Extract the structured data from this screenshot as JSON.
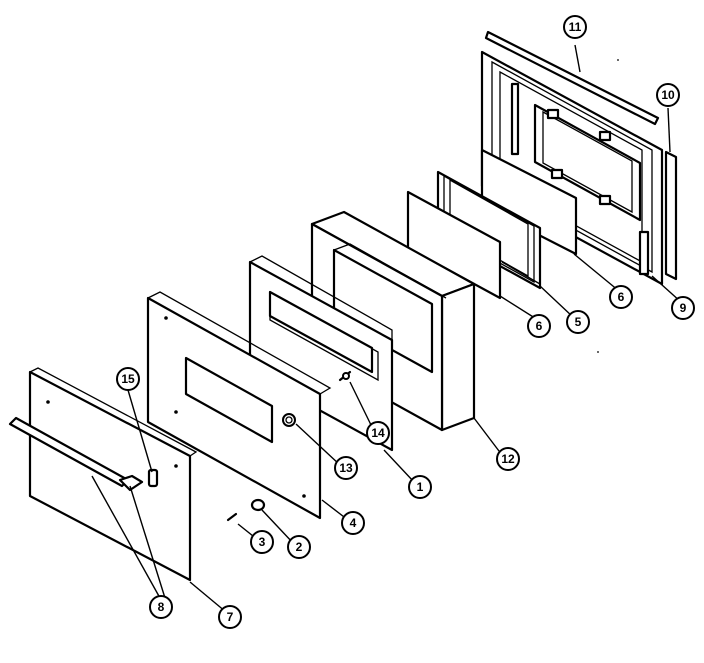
{
  "diagram": {
    "callouts": [
      {
        "id": "c11",
        "label": "11"
      },
      {
        "id": "c10",
        "label": "10"
      },
      {
        "id": "c9",
        "label": "9"
      },
      {
        "id": "c6a",
        "label": "6"
      },
      {
        "id": "c5",
        "label": "5"
      },
      {
        "id": "c6b",
        "label": "6"
      },
      {
        "id": "c12",
        "label": "12"
      },
      {
        "id": "c14",
        "label": "14"
      },
      {
        "id": "c1",
        "label": "1"
      },
      {
        "id": "c13",
        "label": "13"
      },
      {
        "id": "c4",
        "label": "4"
      },
      {
        "id": "c2",
        "label": "2"
      },
      {
        "id": "c3",
        "label": "3"
      },
      {
        "id": "c15",
        "label": "15"
      },
      {
        "id": "c8",
        "label": "8"
      },
      {
        "id": "c7",
        "label": "7"
      }
    ]
  }
}
